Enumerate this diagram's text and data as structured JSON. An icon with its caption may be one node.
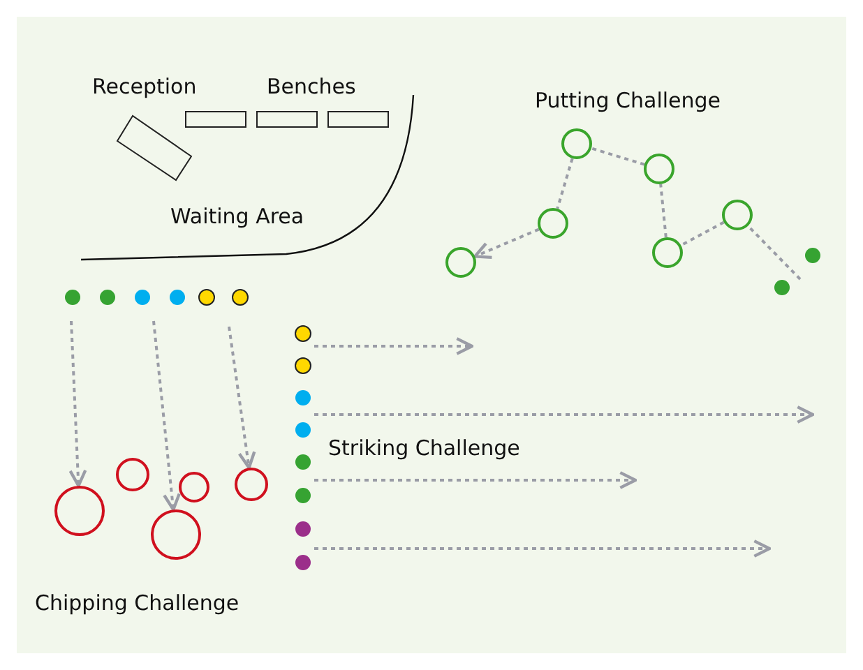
{
  "diagram": {
    "nodes": [
      {
        "text": [],
        "shape": "circle"
      },
      {
        "text": [],
        "shape": "circle"
      },
      {
        "text": [],
        "shape": "circle"
      },
      {
        "text": [],
        "shape": "circle"
      },
      {
        "text": [],
        "shape": "circle"
      },
      {
        "text": [],
        "shape": "circle"
      },
      {
        "text": [],
        "shape": "circle"
      },
      {
        "text": [],
        "shape": "circle"
      },
      {
        "text": [],
        "shape": "circle"
      },
      {
        "text": [],
        "shape": "circle"
      },
      {
        "text": [],
        "shape": "circle"
      }
    ],
    "edges": [
      {
        "from": null,
        "to": 5,
        "arrow": "none",
        "style": "dashed"
      },
      {
        "from": 5,
        "to": 4,
        "arrow": "none",
        "style": "dashed"
      },
      {
        "from": 4,
        "to": 3,
        "arrow": "none",
        "style": "dashed"
      },
      {
        "from": 3,
        "to": 2,
        "arrow": "none",
        "style": "dashed"
      },
      {
        "from": 2,
        "to": 1,
        "arrow": "none",
        "style": "dashed"
      },
      {
        "from": 1,
        "to": 0,
        "arrow": "to",
        "style": "dashed"
      },
      {
        "from": null,
        "to": 6,
        "arrow": "to",
        "style": "dashed"
      },
      {
        "from": null,
        "to": 8,
        "arrow": "to",
        "style": "dashed"
      },
      {
        "from": null,
        "to": 10,
        "arrow": "to",
        "style": "dashed"
      }
    ],
    "labels": [
      "Reception",
      "Benches",
      "Putting Challenge",
      "Waiting Area",
      "Striking Challenge",
      "Chipping Challenge"
    ]
  }
}
